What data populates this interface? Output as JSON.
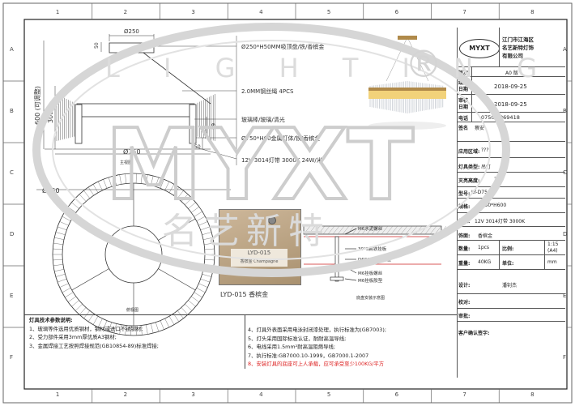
{
  "frame": {
    "col_numbers": [
      "1",
      "2",
      "3",
      "4",
      "5",
      "6",
      "7",
      "8"
    ],
    "row_letters": [
      "A",
      "B",
      "C",
      "D",
      "E",
      "F"
    ]
  },
  "drawing": {
    "front_view": {
      "dia_top": "Ø250",
      "dim_50_top": "50",
      "dim_600": "600 (可调整)",
      "dim_300": "300",
      "dim_60": "60",
      "dim_50_bottom": "50",
      "dia_bottom": "Ø750",
      "caption": "主视图"
    },
    "plan_view": {
      "dia": "Ø750",
      "caption": "俯视图"
    },
    "callouts": [
      "Ø250*H50MM吸顶盘/铁/香槟金",
      "2.0MM钢丝绳  4PCS",
      "玻璃棒/玻璃/清光",
      "Ø750*H60金属灯体/铁/香槟金",
      "12V 3014灯带 3000K 24W/米"
    ],
    "sample": {
      "label": "LYD-015",
      "sub": "香槟金 Champagne",
      "caption": "LYD-015   香槟金"
    },
    "install": {
      "labels": [
        "M6水泥螺丝",
        "30*3扁铁挂板",
        "D600*40吸顶盘",
        "M6挂板螺丝",
        "M6挂板胶垫"
      ],
      "caption": "底盘安装示意图"
    }
  },
  "title_block": {
    "company_line1": "江门市江海区",
    "company_line2": "名艺新特灯饰",
    "company_line3": "有限公司",
    "logo_text": "MYXT",
    "version_label": "版次",
    "version_value": "A0 版",
    "draw_label": "绘图",
    "draw_sub": "日期",
    "draw_date": "2018-09-25",
    "audit_label": "审核",
    "audit_sub": "日期",
    "audit_date": "2018-09-25",
    "phone_label": "电话",
    "phone_value": "0750-3869418",
    "sign_label": "签名",
    "sign_value": "蔡安",
    "place_label": "应用区域:",
    "place_value": "???",
    "type_label": "灯具类型:",
    "type_value": "吊灯",
    "space_label": "灭亮高度:",
    "space_value": "???",
    "model_label": "型号:",
    "model_value": "LY-D750",
    "size_label": "规格:",
    "size_value": "Ø750*H600",
    "light_label": "光源:",
    "light_value": "12V 3014灯带 3000K",
    "finish_label": "饰面:",
    "finish_value": "香槟金",
    "qty_label": "数量:",
    "qty_value": "1pcs",
    "ratio_label": "比例:",
    "ratio_value": "1:15",
    "ratio_sub": "(A4)",
    "weight_label": "重量:",
    "weight_value": "40KG",
    "unit_label": "单位:",
    "unit_value": "mm",
    "designer_label": "设计:",
    "designer_value": "潘钊杰",
    "check_label": "校对:",
    "approve_label": "审批:",
    "customer_label": "客户确认签字:"
  },
  "notes": {
    "title": "灯具技术参数说明:",
    "left": [
      "1、玻璃等件选用优质钢材，钢材或进口不锈钢材;",
      "2、受力部件采用3mm厚优质A3钢材;",
      "3、金属焊接工艺按照焊接规范(GB10854-89)标准焊接;"
    ],
    "right": [
      "4、灯具外表面采用电泳封闭漆处理，执行标准为(GB7003);",
      "5、灯头采用国际标准认证，耐耐高温导线;",
      "6、电线采用1.5mm²耐高温阻燃导线;",
      "7、执行标准:GB7000.10-1999，GB7000.1-2007",
      "8、安装灯具的底座可上人承载，应可承受至少100KG/平方"
    ]
  },
  "watermark": {
    "arc_text": "L I G H T I N G",
    "big_text": "MYXT",
    "registered": "®",
    "cn_text": "名艺新特"
  },
  "colors": {
    "line": "#444444",
    "champagne": "#b08a4a",
    "red_note": "#dd2222",
    "watermark": "#d8d8d8"
  }
}
